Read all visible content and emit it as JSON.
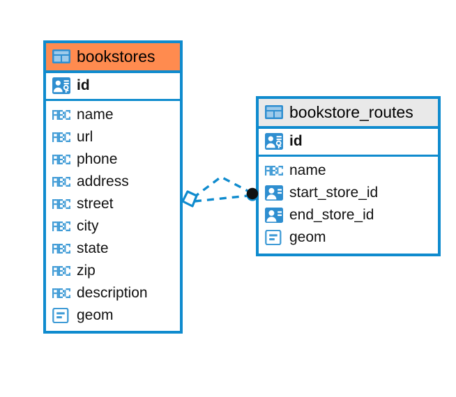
{
  "diagram": {
    "type": "entity-relationship-diagram",
    "background_color": "#ffffff",
    "accent_color": "#0f8bce",
    "entities": [
      {
        "id": "bookstores",
        "name": "bookstores",
        "header_color": "#ff8b4f",
        "header_icon": "table-icon",
        "fields": [
          {
            "name": "id",
            "icon": "primary-key-icon",
            "kind": "pk"
          },
          {
            "name": "name",
            "icon": "abc-text-icon",
            "kind": "text"
          },
          {
            "name": "url",
            "icon": "abc-text-icon",
            "kind": "text"
          },
          {
            "name": "phone",
            "icon": "abc-text-icon",
            "kind": "text"
          },
          {
            "name": "address",
            "icon": "abc-text-icon",
            "kind": "text"
          },
          {
            "name": "street",
            "icon": "abc-text-icon",
            "kind": "text"
          },
          {
            "name": "city",
            "icon": "abc-text-icon",
            "kind": "text"
          },
          {
            "name": "state",
            "icon": "abc-text-icon",
            "kind": "text"
          },
          {
            "name": "zip",
            "icon": "abc-text-icon",
            "kind": "text"
          },
          {
            "name": "description",
            "icon": "abc-text-icon",
            "kind": "text"
          },
          {
            "name": "geom",
            "icon": "geometry-icon",
            "kind": "geometry"
          }
        ]
      },
      {
        "id": "bookstore_routes",
        "name": "bookstore_routes",
        "header_color": "#e9e9e9",
        "header_icon": "table-icon",
        "fields": [
          {
            "name": "id",
            "icon": "primary-key-icon",
            "kind": "pk"
          },
          {
            "name": "name",
            "icon": "abc-text-icon",
            "kind": "text"
          },
          {
            "name": "start_store_id",
            "icon": "foreign-key-icon",
            "kind": "fk"
          },
          {
            "name": "end_store_id",
            "icon": "foreign-key-icon",
            "kind": "fk"
          },
          {
            "name": "geom",
            "icon": "geometry-icon",
            "kind": "geometry"
          }
        ]
      }
    ],
    "relationship": {
      "from": "bookstores",
      "to": "bookstore_routes",
      "line_style": "dashed",
      "line_color": "#0f8bce",
      "source_marker": "diamond-marker",
      "target_marker": "filled-circle-marker",
      "branches": 2
    }
  }
}
